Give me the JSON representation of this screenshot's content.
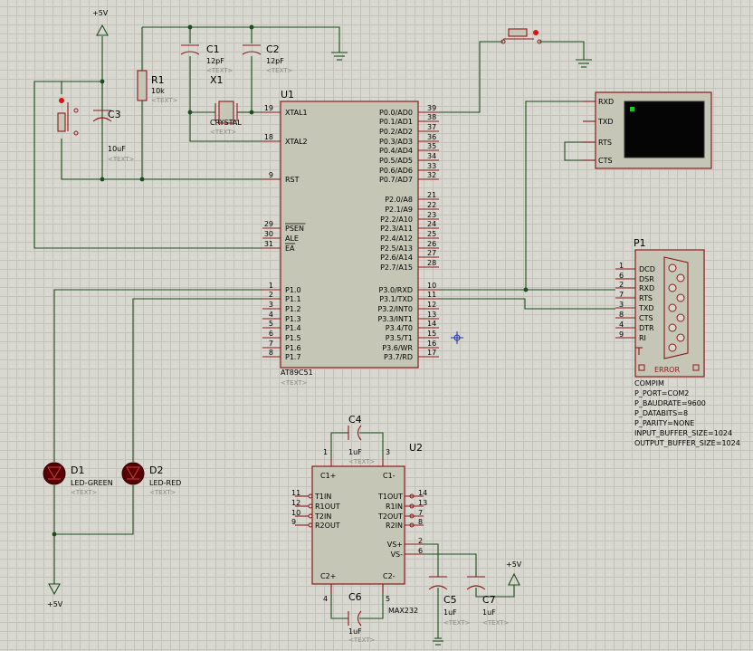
{
  "power": {
    "vcc_top": "+5V",
    "vcc_bottom": "+5V",
    "vcc_right": "+5V"
  },
  "placeholder_text": "<TEXT>",
  "components": {
    "c1": {
      "ref": "C1",
      "value": "12pF"
    },
    "c2": {
      "ref": "C2",
      "value": "12pF"
    },
    "r1": {
      "ref": "R1",
      "value": "10k"
    },
    "x1": {
      "ref": "X1",
      "value": "CRYSTAL"
    },
    "c3": {
      "ref": "C3",
      "value": "10uF"
    },
    "d1": {
      "ref": "D1",
      "value": "LED-GREEN"
    },
    "d2": {
      "ref": "D2",
      "value": "LED-RED"
    },
    "c4": {
      "ref": "C4",
      "value": "1uF"
    },
    "c5": {
      "ref": "C5",
      "value": "1uF"
    },
    "c6": {
      "ref": "C6",
      "value": "1uF"
    },
    "c7": {
      "ref": "C7",
      "value": "1uF"
    }
  },
  "u1": {
    "ref": "U1",
    "part": "AT89C51",
    "left_pins": [
      {
        "num": "19",
        "name": "XTAL1"
      },
      {
        "num": "18",
        "name": "XTAL2"
      },
      {
        "num": "9",
        "name": "RST"
      },
      {
        "num": "29",
        "name": "PSEN"
      },
      {
        "num": "30",
        "name": "ALE"
      },
      {
        "num": "31",
        "name": "EA"
      },
      {
        "num": "1",
        "name": "P1.0"
      },
      {
        "num": "2",
        "name": "P1.1"
      },
      {
        "num": "3",
        "name": "P1.2"
      },
      {
        "num": "4",
        "name": "P1.3"
      },
      {
        "num": "5",
        "name": "P1.4"
      },
      {
        "num": "6",
        "name": "P1.5"
      },
      {
        "num": "7",
        "name": "P1.6"
      },
      {
        "num": "8",
        "name": "P1.7"
      }
    ],
    "right_pins": [
      {
        "num": "39",
        "name": "P0.0/AD0"
      },
      {
        "num": "38",
        "name": "P0.1/AD1"
      },
      {
        "num": "37",
        "name": "P0.2/AD2"
      },
      {
        "num": "36",
        "name": "P0.3/AD3"
      },
      {
        "num": "35",
        "name": "P0.4/AD4"
      },
      {
        "num": "34",
        "name": "P0.5/AD5"
      },
      {
        "num": "33",
        "name": "P0.6/AD6"
      },
      {
        "num": "32",
        "name": "P0.7/AD7"
      },
      {
        "num": "21",
        "name": "P2.0/A8"
      },
      {
        "num": "22",
        "name": "P2.1/A9"
      },
      {
        "num": "23",
        "name": "P2.2/A10"
      },
      {
        "num": "24",
        "name": "P2.3/A11"
      },
      {
        "num": "25",
        "name": "P2.4/A12"
      },
      {
        "num": "26",
        "name": "P2.5/A13"
      },
      {
        "num": "27",
        "name": "P2.6/A14"
      },
      {
        "num": "28",
        "name": "P2.7/A15"
      },
      {
        "num": "10",
        "name": "P3.0/RXD"
      },
      {
        "num": "11",
        "name": "P3.1/TXD"
      },
      {
        "num": "12",
        "name": "P3.2/INT0"
      },
      {
        "num": "13",
        "name": "P3.3/INT1"
      },
      {
        "num": "14",
        "name": "P3.4/T0"
      },
      {
        "num": "15",
        "name": "P3.5/T1"
      },
      {
        "num": "16",
        "name": "P3.6/WR"
      },
      {
        "num": "17",
        "name": "P3.7/RD"
      }
    ]
  },
  "terminal": {
    "pins": [
      "RXD",
      "TXD",
      "RTS",
      "CTS"
    ]
  },
  "p1": {
    "ref": "P1",
    "pins": [
      {
        "num": "1",
        "name": "DCD"
      },
      {
        "num": "6",
        "name": "DSR"
      },
      {
        "num": "2",
        "name": "RXD"
      },
      {
        "num": "7",
        "name": "RTS"
      },
      {
        "num": "3",
        "name": "TXD"
      },
      {
        "num": "8",
        "name": "CTS"
      },
      {
        "num": "4",
        "name": "DTR"
      },
      {
        "num": "9",
        "name": "RI"
      }
    ],
    "error": "ERROR",
    "props": [
      "COMPIM",
      "P_PORT=COM2",
      "P_BAUDRATE=9600",
      "P_DATABITS=8",
      "P_PARITY=NONE",
      "INPUT_BUFFER_SIZE=1024",
      "OUTPUT_BUFFER_SIZE=1024"
    ]
  },
  "u2": {
    "ref": "U2",
    "part": "MAX232",
    "top_pins": [
      {
        "num": "1",
        "name": "C1+"
      },
      {
        "num": "3",
        "name": "C1-"
      }
    ],
    "bottom_pins": [
      {
        "num": "4",
        "name": "C2+"
      },
      {
        "num": "5",
        "name": "C2-"
      }
    ],
    "left_pins": [
      {
        "num": "11",
        "name": "T1IN"
      },
      {
        "num": "12",
        "name": "R1OUT"
      },
      {
        "num": "10",
        "name": "T2IN"
      },
      {
        "num": "9",
        "name": "R2OUT"
      }
    ],
    "right_pins": [
      {
        "num": "14",
        "name": "T1OUT"
      },
      {
        "num": "13",
        "name": "R1IN"
      },
      {
        "num": "7",
        "name": "T2OUT"
      },
      {
        "num": "8",
        "name": "R2IN"
      },
      {
        "num": "2",
        "name": "VS+"
      },
      {
        "num": "6",
        "name": "VS-"
      }
    ]
  }
}
